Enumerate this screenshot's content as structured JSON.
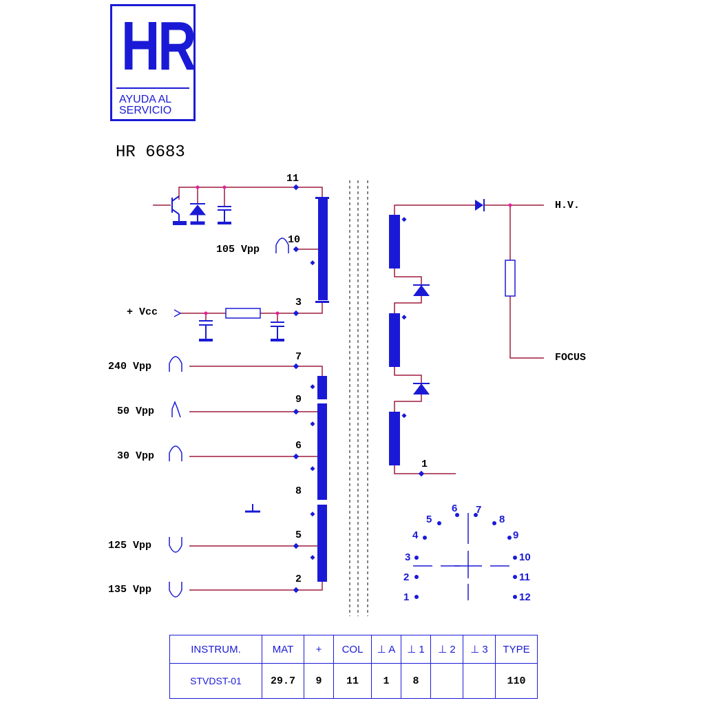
{
  "logo": {
    "brand": "HR",
    "line1": "AYUDA AL",
    "line2": "SERVICIO"
  },
  "part_number": "HR 6683",
  "colors": {
    "winding": "#1a1ad6",
    "wire": "#9e1b3c",
    "node": "#e61e9a",
    "text": "#000000"
  },
  "left_labels": {
    "vpp105": "105 Vpp",
    "vcc": "+ Vcc",
    "vpp240": "240 Vpp",
    "vpp50": "50 Vpp",
    "vpp30": "30 Vpp",
    "vpp125": "125 Vpp",
    "vpp135": "135 Vpp"
  },
  "pin_numbers": {
    "p11": "11",
    "p10": "10",
    "p3": "3",
    "p7": "7",
    "p9": "9",
    "p6": "6",
    "p8": "8",
    "p5": "5",
    "p2": "2",
    "p1": "1"
  },
  "right_labels": {
    "hv": "H.V.",
    "focus": "FOCUS"
  },
  "base_pins": [
    "1",
    "2",
    "3",
    "4",
    "5",
    "6",
    "7",
    "8",
    "9",
    "10",
    "11",
    "12"
  ],
  "spec_table": {
    "headers": [
      "INSTRUM.",
      "MAT",
      "+",
      "COL",
      "⊥ A",
      "⊥ 1",
      "⊥ 2",
      "⊥ 3",
      "TYPE"
    ],
    "values": [
      "STVDST-01",
      "29.7",
      "9",
      "11",
      "1",
      "8",
      "",
      "",
      "110"
    ]
  }
}
